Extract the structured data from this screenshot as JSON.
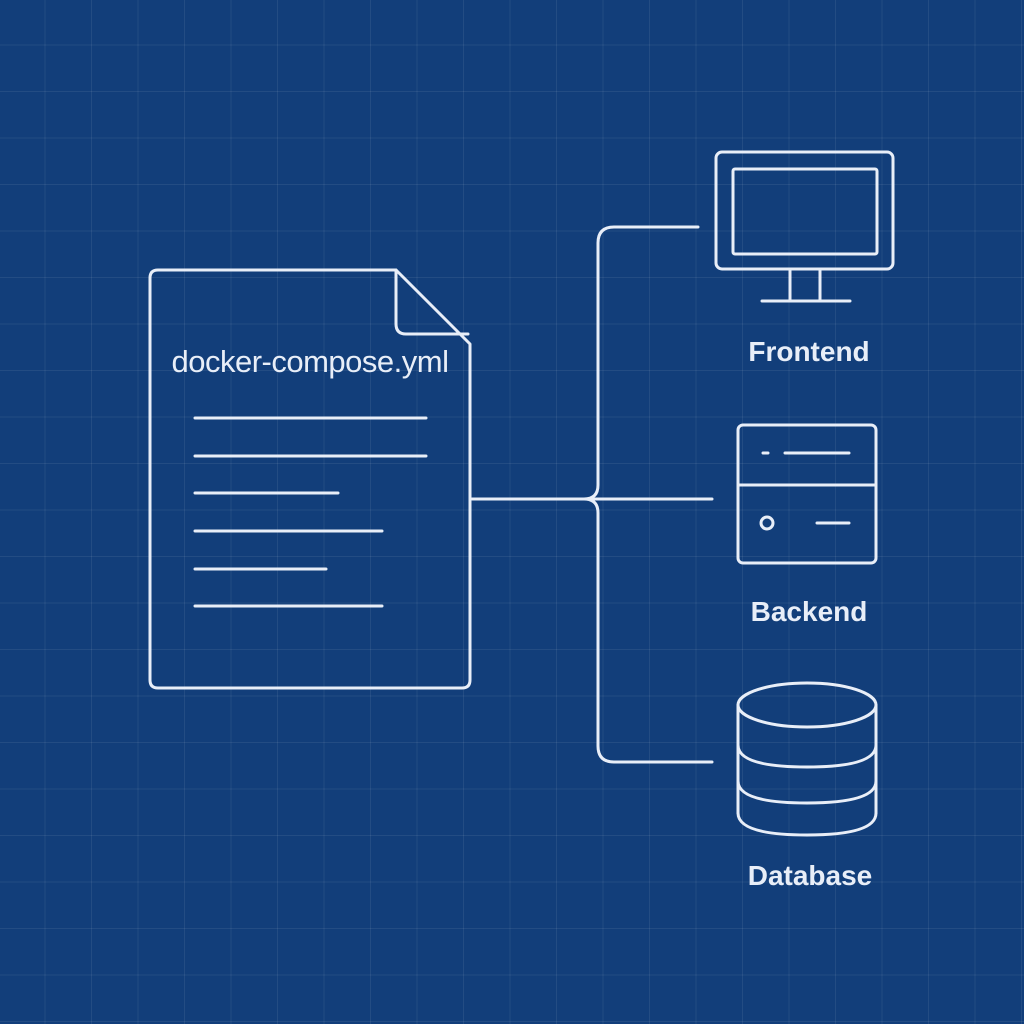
{
  "diagram": {
    "file": {
      "name": "docker-compose.yml",
      "icon": "document-icon"
    },
    "services": [
      {
        "label": "Frontend",
        "icon": "monitor-icon"
      },
      {
        "label": "Backend",
        "icon": "server-icon"
      },
      {
        "label": "Database",
        "icon": "database-icon"
      }
    ]
  },
  "colors": {
    "background": "#123e7a",
    "line": "#e8eef8"
  }
}
